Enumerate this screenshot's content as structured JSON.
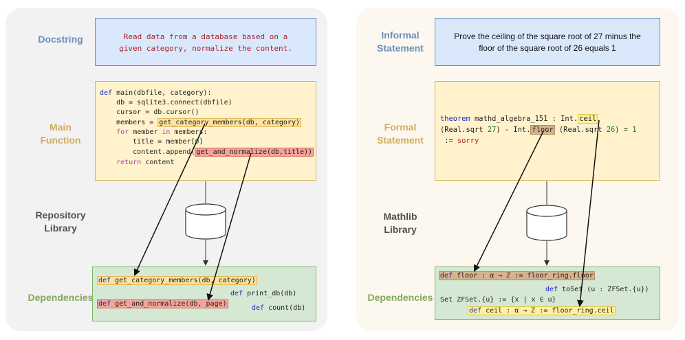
{
  "left": {
    "labels": {
      "docstring": "Docstring",
      "main_function": "Main\nFunction",
      "repository_library": "Repository\nLibrary",
      "dependencies": "Dependencies"
    },
    "docstring_text": "Read data from a database based on a\ngiven category, normalize the content.",
    "code": {
      "l1_def": "def",
      "l1_rest": " main(dbfile, category):",
      "l2": "    db = sqlite3.connect(dbfile)",
      "l3": "    cursor = db.cursor()",
      "l4_pre": "    members = ",
      "l4_hl": "get_category_members(db, category)",
      "l5_pre": "    ",
      "l5_for": "for",
      "l5_mid": " member ",
      "l5_in": "in",
      "l5_post": " members:",
      "l6_pre": "        title = member[",
      "l6_num": "0",
      "l6_post": "]",
      "l7_pre": "        content.append(",
      "l7_hl": "get_and_normalize(db,title))",
      "l8_pre": "    ",
      "l8_ret": "return",
      "l8_post": " content"
    },
    "deps": {
      "d1_def": "def",
      "d1_rest": " get_category_members(db, category)",
      "d2_def": "def",
      "d2_rest": " print_db(db)",
      "d3_def": "def",
      "d3_rest": " get_and_normalize(db, page)",
      "d4_def": "def",
      "d4_rest": " count(db)"
    }
  },
  "right": {
    "labels": {
      "informal_statement": "Informal\nStatement",
      "formal_statement": "Formal\nStatement",
      "mathlib_library": "Mathlib\nLibrary",
      "dependencies": "Dependencies"
    },
    "informal_text": "Prove the ceiling of the square root of 27 minus the\nfloor of the square root of 26 equals 1",
    "formal": {
      "l1_kw": "theorem",
      "l1_rest": " mathd_algebra_151 : Int.",
      "l1_hl": "ceil",
      "l2_pre": "(Real.sqrt ",
      "l2_num1": "27",
      "l2_mid": ") - Int.",
      "l2_hl": "floor",
      "l2_mid2": " (Real.sqrt ",
      "l2_num2": "26",
      "l2_mid3": ") = ",
      "l2_num3": "1",
      "l3_pre": " := ",
      "l3_sorry": "sorry"
    },
    "deps": {
      "d1_def": "def",
      "d1_rest": " floor : α → ℤ := floor_ring.floor",
      "d2_def": "def",
      "d2_rest": " toSet (u : ZFSet.{u})",
      "d3": "Set ZFSet.{u} := {x | x ∈ u}",
      "d4_def": "def",
      "d4_rest": " ceil : α → ℤ := floor_ring.ceil"
    }
  }
}
